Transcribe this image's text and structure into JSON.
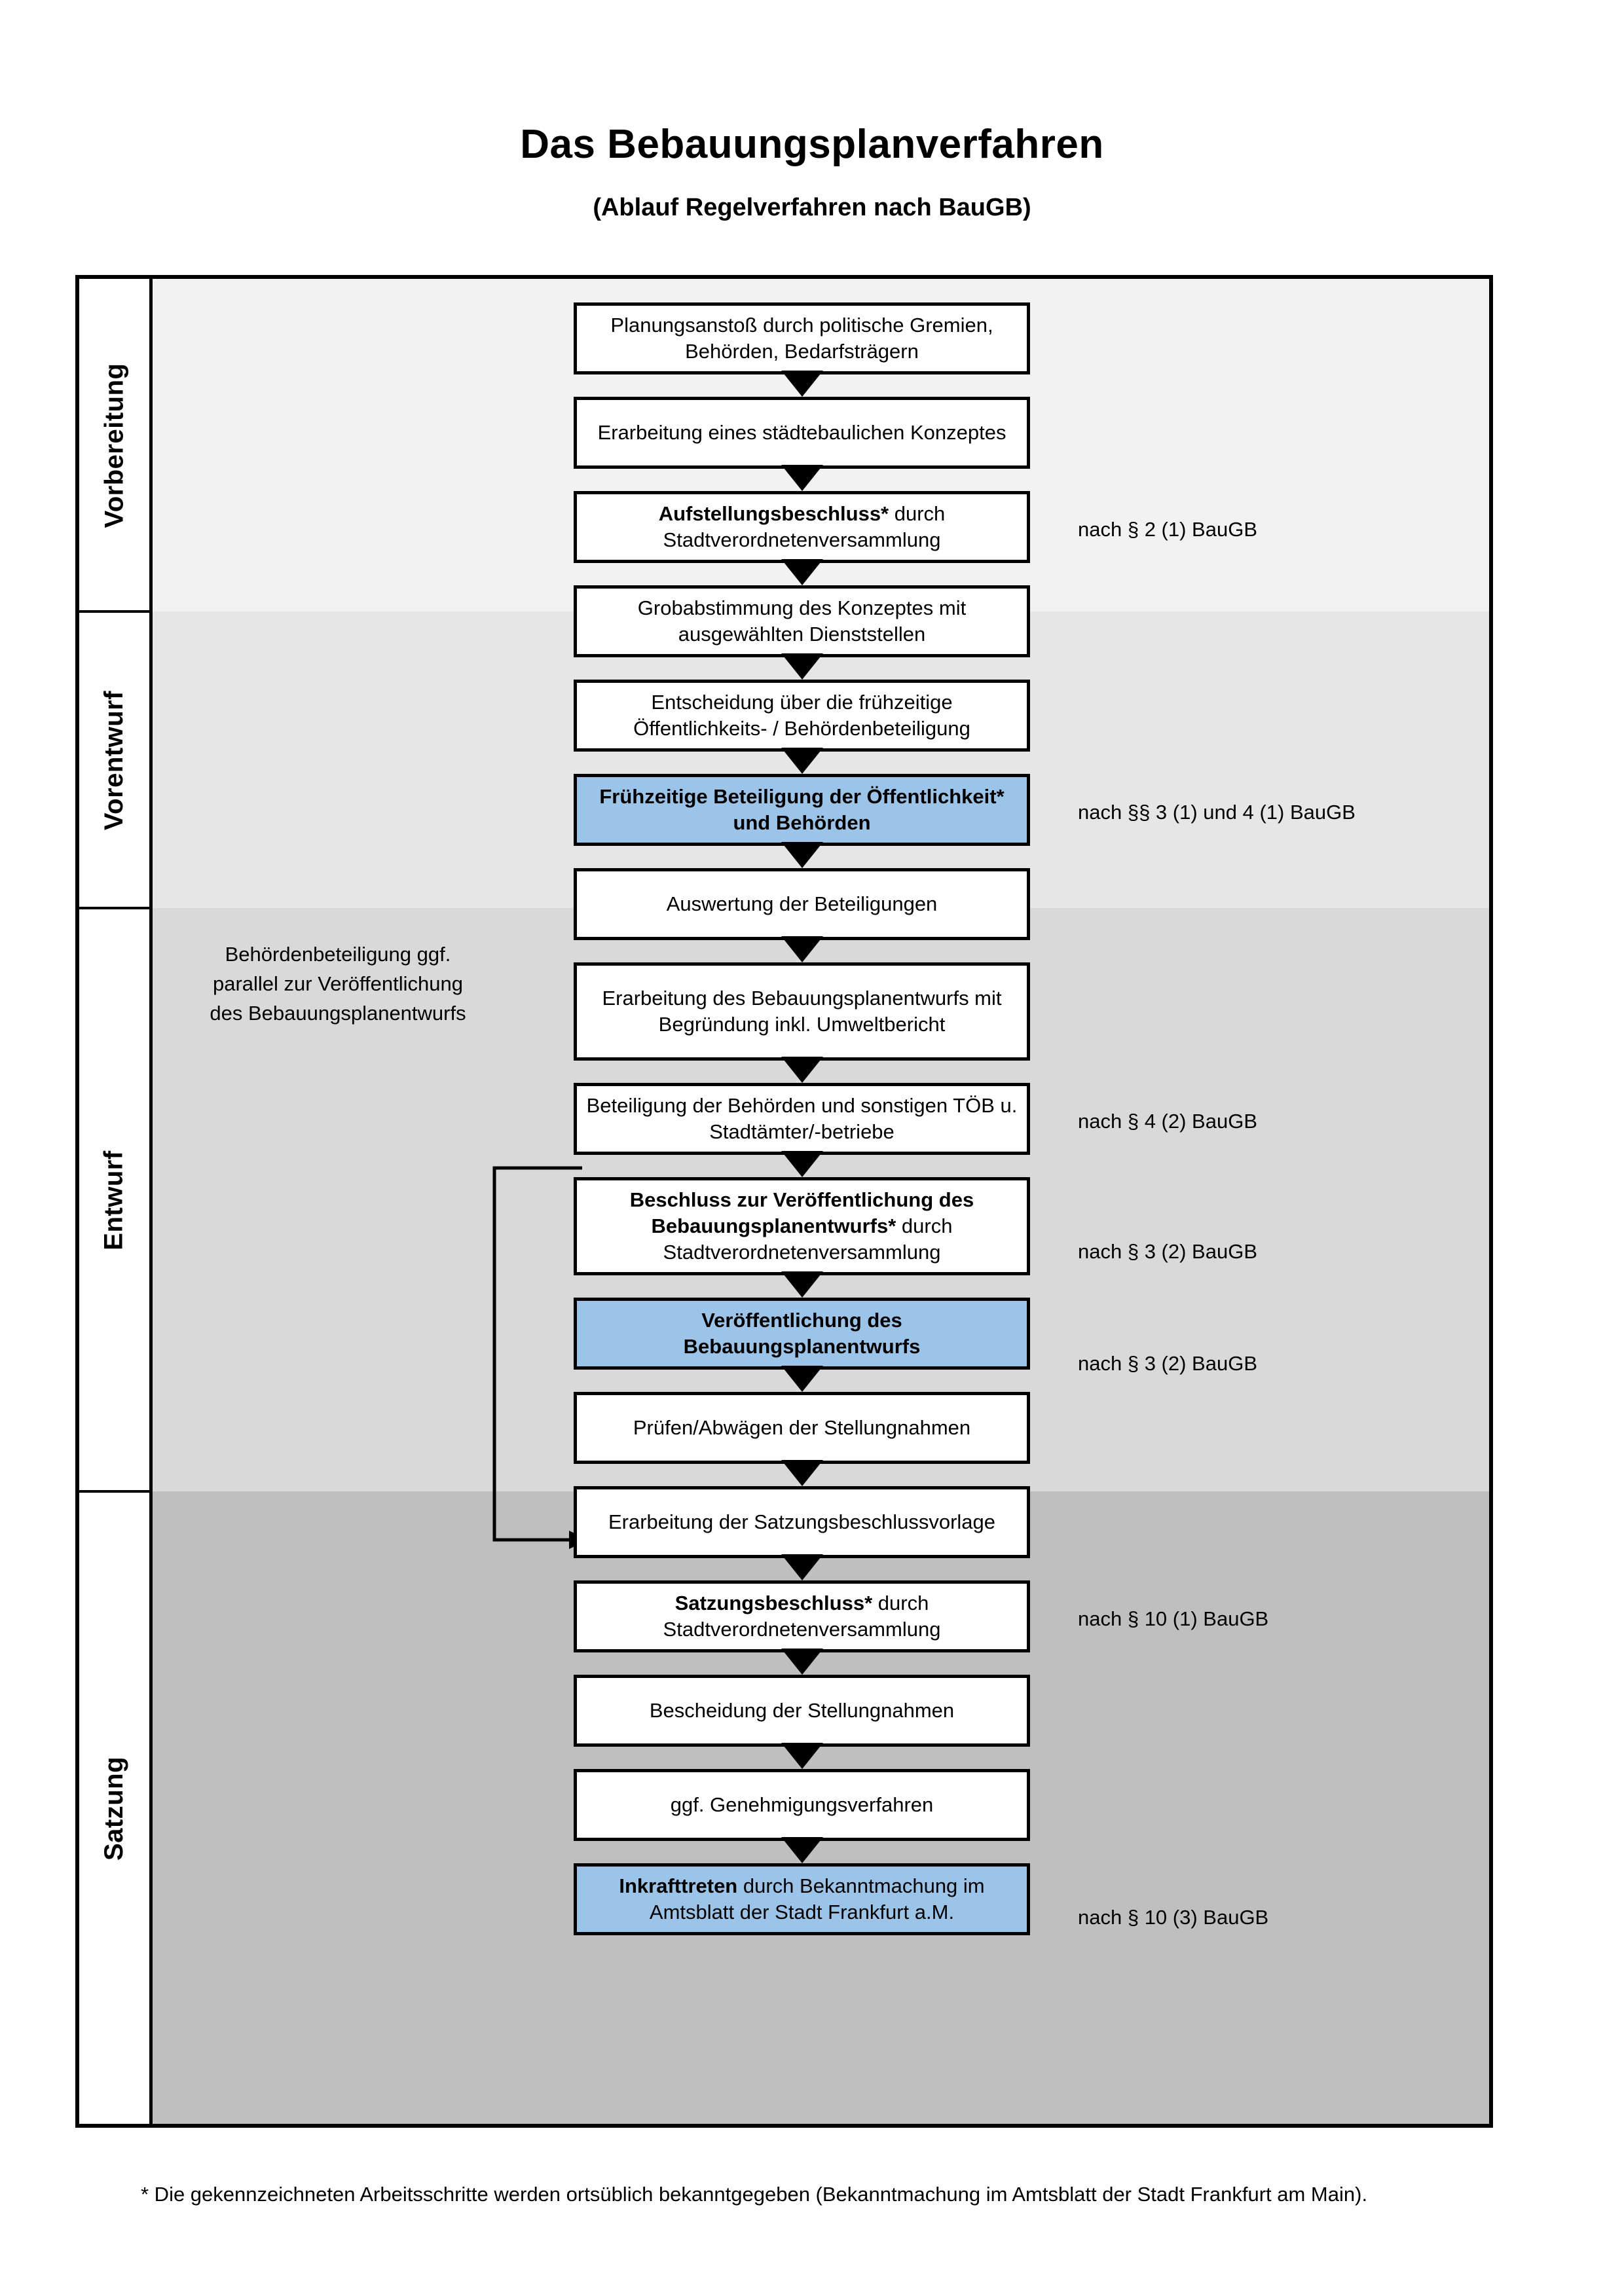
{
  "title": {
    "main": "Das Bebauungsplanverfahren",
    "subtitle": "(Ablauf Regelverfahren nach BauGB)"
  },
  "colors": {
    "highlight_blue": "#9cc3e8",
    "band_vorbereitung": "#f2f2f2",
    "band_vorentwurf": "#e6e6e6",
    "band_entwurf": "#d9d9d9",
    "band_satzung": "#bfbfbf",
    "border": "#000000"
  },
  "phases": [
    {
      "label": "Vorbereitung"
    },
    {
      "label": "Vorentwurf"
    },
    {
      "label": "Entwurf"
    },
    {
      "label": "Satzung"
    }
  ],
  "steps": [
    {
      "id": "s1",
      "phase": "Vorbereitung",
      "bold": "",
      "text": "Planungsanstoß durch politische Gremien, Behörden, Bedarfsträgern",
      "highlight": false
    },
    {
      "id": "s2",
      "phase": "Vorbereitung",
      "bold": "",
      "text": "Erarbeitung eines städtebaulichen Konzeptes",
      "highlight": false
    },
    {
      "id": "s3",
      "phase": "Vorbereitung",
      "bold": "Aufstellungsbeschluss*",
      "text": " durch Stadtverordnetenversammlung",
      "highlight": false
    },
    {
      "id": "s4",
      "phase": "Vorentwurf",
      "bold": "",
      "text": "Grobabstimmung des Konzeptes mit ausgewählten Dienststellen",
      "highlight": false
    },
    {
      "id": "s5",
      "phase": "Vorentwurf",
      "bold": "",
      "text": "Entscheidung über die frühzeitige Öffentlichkeits- / Behördenbeteiligung",
      "highlight": false
    },
    {
      "id": "s6",
      "phase": "Vorentwurf",
      "bold": "Frühzeitige Beteiligung der Öffentlichkeit* und Behörden",
      "text": "",
      "highlight": true
    },
    {
      "id": "s7",
      "phase": "Entwurf",
      "bold": "",
      "text": "Auswertung der Beteiligungen",
      "highlight": false
    },
    {
      "id": "s8",
      "phase": "Entwurf",
      "bold": "",
      "text": "Erarbeitung des Bebauungsplanentwurfs mit Begründung inkl. Umweltbericht",
      "highlight": false
    },
    {
      "id": "s9",
      "phase": "Entwurf",
      "bold": "",
      "text": "Beteiligung der Behörden und sonstigen TÖB u. Stadtämter/-betriebe",
      "highlight": false
    },
    {
      "id": "s10",
      "phase": "Entwurf",
      "bold": "Beschluss zur Veröffentlichung des Bebauungsplanentwurfs*",
      "text": " durch Stadtverordnetenversammlung",
      "highlight": false
    },
    {
      "id": "s11",
      "phase": "Entwurf",
      "bold": "Veröffentlichung des Bebauungsplanentwurfs",
      "text": "",
      "highlight": true
    },
    {
      "id": "s12",
      "phase": "Satzung",
      "bold": "",
      "text": "Prüfen/Abwägen der Stellungnahmen",
      "highlight": false
    },
    {
      "id": "s13",
      "phase": "Satzung",
      "bold": "",
      "text": "Erarbeitung der Satzungsbeschlussvorlage",
      "highlight": false
    },
    {
      "id": "s14",
      "phase": "Satzung",
      "bold": "Satzungsbeschluss*",
      "text": " durch Stadtverordnetenversammlung",
      "highlight": false
    },
    {
      "id": "s15",
      "phase": "Satzung",
      "bold": "",
      "text": "Bescheidung der Stellungnahmen",
      "highlight": false
    },
    {
      "id": "s16",
      "phase": "Satzung",
      "bold": "",
      "text": "ggf. Genehmigungsverfahren",
      "highlight": false
    },
    {
      "id": "s17",
      "phase": "Satzung",
      "bold": "Inkrafttreten",
      "text": " durch Bekanntmachung im Amtsblatt der Stadt Frankfurt a.M.",
      "highlight": true
    }
  ],
  "references": [
    {
      "for": "s3",
      "text": "nach § 2 (1) BauGB"
    },
    {
      "for": "s6",
      "text": "nach §§ 3 (1) und 4 (1) BauGB"
    },
    {
      "for": "s9",
      "text": "nach § 4 (2) BauGB"
    },
    {
      "for": "s10",
      "text": "nach § 3 (2) BauGB"
    },
    {
      "for": "s11",
      "text": "nach § 3 (2) BauGB"
    },
    {
      "for": "s14",
      "text": "nach § 10 (1) BauGB"
    },
    {
      "for": "s17",
      "text": "nach § 10 (3) BauGB"
    }
  ],
  "side_note": "Behördenbeteiligung ggf. parallel zur Veröffentlichung des Bebauungsplanentwurfs",
  "footnote": "* Die gekennzeichneten Arbeitsschritte werden ortsüblich bekanntgegeben (Bekanntmachung im Amtsblatt  der Stadt Frankfurt am Main)."
}
